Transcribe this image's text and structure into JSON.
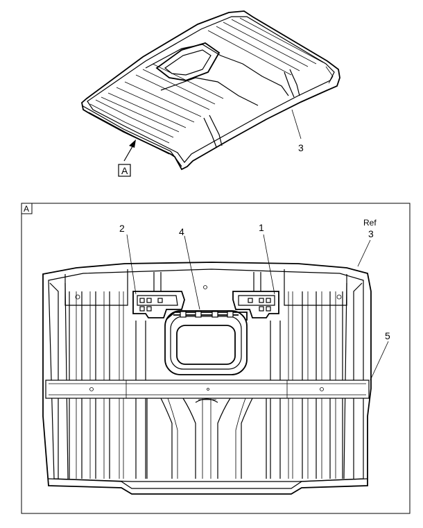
{
  "view_label": "A",
  "callouts": {
    "top_part": "3",
    "view_arrow": "A",
    "bracket_left": "2",
    "bracket_right": "1",
    "harness": "4",
    "crossbar": "5",
    "ref_word": "Ref",
    "ref_part": "3"
  }
}
